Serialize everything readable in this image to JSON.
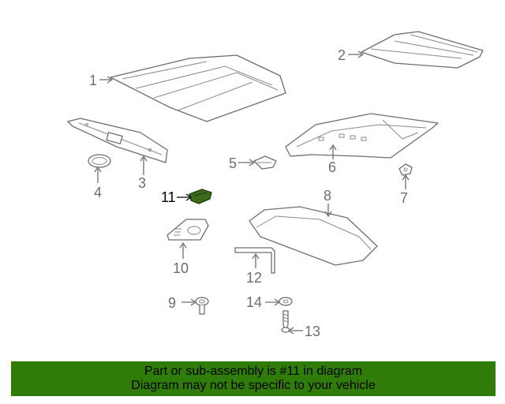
{
  "colors": {
    "highlight": "#3c6b1e",
    "banner": "#2f7d08",
    "line": "#6e6e6e"
  },
  "callouts": [
    {
      "id": "1",
      "label": "1"
    },
    {
      "id": "2",
      "label": "2"
    },
    {
      "id": "3",
      "label": "3"
    },
    {
      "id": "4",
      "label": "4"
    },
    {
      "id": "5",
      "label": "5"
    },
    {
      "id": "6",
      "label": "6"
    },
    {
      "id": "7",
      "label": "7"
    },
    {
      "id": "8",
      "label": "8"
    },
    {
      "id": "9",
      "label": "9"
    },
    {
      "id": "10",
      "label": "10"
    },
    {
      "id": "11",
      "label": "11",
      "highlighted": true
    },
    {
      "id": "12",
      "label": "12"
    },
    {
      "id": "13",
      "label": "13"
    },
    {
      "id": "14",
      "label": "14"
    }
  ],
  "banner": {
    "line1": "Part or sub-assembly is #11 in diagram",
    "line2": "Diagram may not be specific to your vehicle"
  }
}
